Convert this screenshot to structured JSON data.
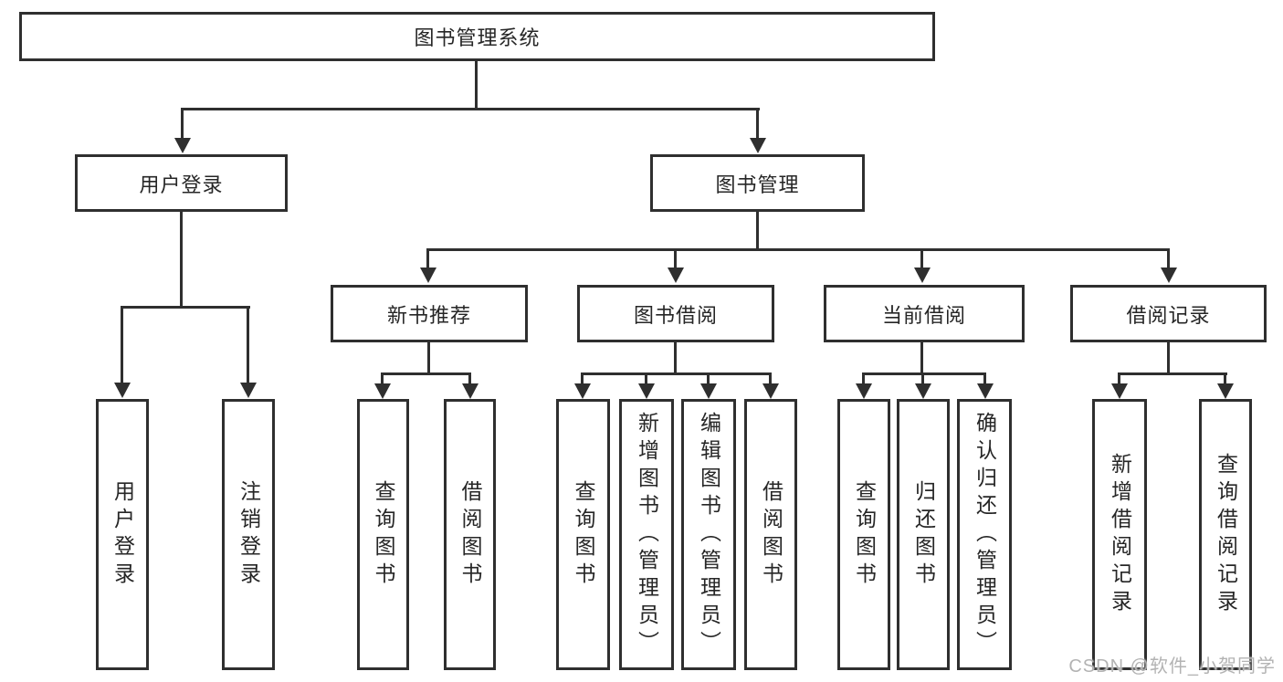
{
  "tree": {
    "root": {
      "label": "图书管理系统"
    },
    "level1": [
      {
        "label": "用户登录"
      },
      {
        "label": "图书管理"
      }
    ],
    "level2": [
      {
        "label": "新书推荐"
      },
      {
        "label": "图书借阅"
      },
      {
        "label": "当前借阅"
      },
      {
        "label": "借阅记录"
      }
    ],
    "leaves": {
      "user_login": [
        "用户登录",
        "注销登录"
      ],
      "new_books": [
        "查询图书",
        "借阅图书"
      ],
      "book_borrow": [
        "查询图书",
        "新增图书（管理员）",
        "编辑图书（管理员）",
        "借阅图书"
      ],
      "current_borrow": [
        "查询图书",
        "归还图书",
        "确认归还（管理员）"
      ],
      "borrow_records": [
        "新增借阅记录",
        "查询借阅记录"
      ]
    }
  },
  "watermark": "CSDN @软件_小贺同学",
  "colors": {
    "line": "#2f2f2f",
    "text": "#262626",
    "watermark": "#b3b3b3",
    "background": "#ffffff"
  }
}
